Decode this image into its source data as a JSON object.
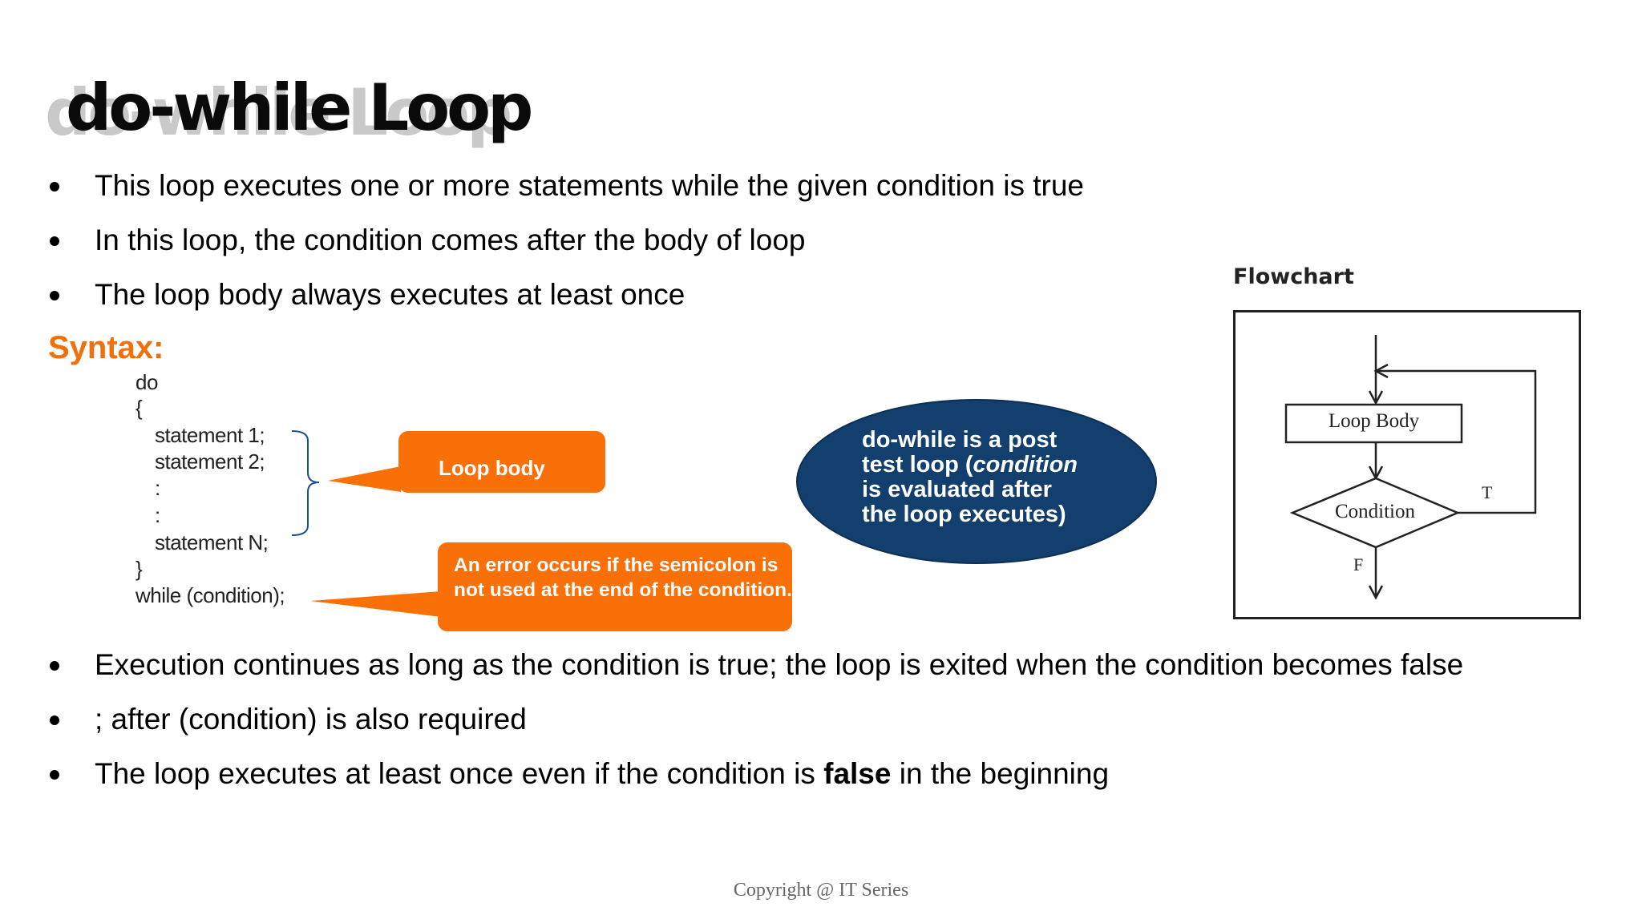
{
  "slide": {
    "title": "do-while Loop",
    "bullets_top": [
      "This loop executes one or more statements while the given condition is true",
      "In this loop, the condition comes after the body of loop",
      "The loop body always executes at least once"
    ],
    "syntax_label": "Syntax:",
    "code": {
      "do": "do",
      "open_brace": "{",
      "stmt1": "statement 1;",
      "stmt2": "statement 2;",
      "dots1": ":",
      "dots2": ":",
      "stmtN": "statement N;",
      "close_brace": "}",
      "while": "while (condition);"
    },
    "callouts": {
      "loop_body": "Loop body",
      "semicolon": "An error occurs if the semicolon is not used at the end of the condition."
    },
    "ellipse": {
      "line1": "do-while is a post",
      "line2_pre": "test loop (",
      "line2_em": "condition",
      "line3": "is evaluated after",
      "line4": "the loop executes)"
    },
    "flowchart": {
      "title": "Flowchart",
      "loop_body": "Loop Body",
      "condition": "Condition",
      "true_label": "T",
      "false_label": "F"
    },
    "bullets_bottom": {
      "b1": "Execution continues as long as the condition is true; the loop is exited when the condition becomes false",
      "b2": "; after (condition) is also required",
      "b3_pre": "The loop executes at least once even if the condition is ",
      "b3_bold": "false",
      "b3_post": " in the beginning"
    },
    "copyright": "Copyright @ IT Series"
  },
  "colors": {
    "accent": "#f97008",
    "syntax": "#f26f0b",
    "ellipse": "#123f6d"
  }
}
